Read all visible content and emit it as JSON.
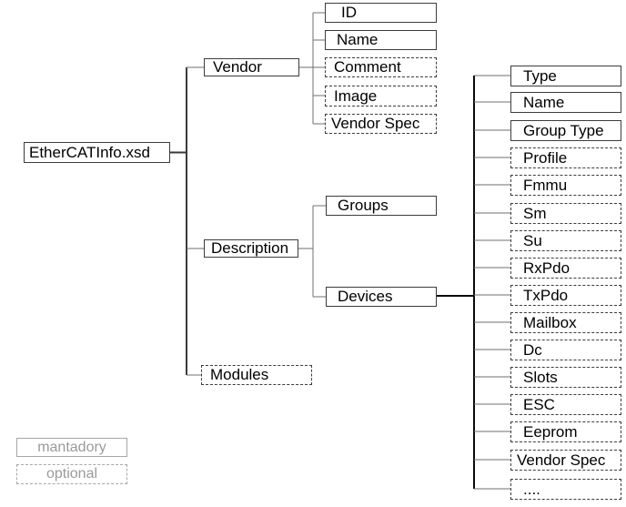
{
  "diagram": {
    "root": {
      "label": "EtherCATInfo.xsd"
    },
    "vendor": {
      "label": "Vendor",
      "children": [
        {
          "label": "ID",
          "optional": false
        },
        {
          "label": "Name",
          "optional": false
        },
        {
          "label": "Comment",
          "optional": true
        },
        {
          "label": "Image",
          "optional": true
        },
        {
          "label": "Vendor Spec",
          "optional": true
        }
      ]
    },
    "description": {
      "label": "Description",
      "children": [
        {
          "label": "Groups",
          "optional": false
        },
        {
          "label": "Devices",
          "optional": false
        }
      ]
    },
    "devices_children": [
      {
        "label": "Type",
        "optional": false
      },
      {
        "label": "Name",
        "optional": false
      },
      {
        "label": "Group Type",
        "optional": false
      },
      {
        "label": "Profile",
        "optional": true
      },
      {
        "label": "Fmmu",
        "optional": true
      },
      {
        "label": "Sm",
        "optional": true
      },
      {
        "label": "Su",
        "optional": true
      },
      {
        "label": "RxPdo",
        "optional": true
      },
      {
        "label": "TxPdo",
        "optional": true
      },
      {
        "label": "Mailbox",
        "optional": true
      },
      {
        "label": "Dc",
        "optional": true
      },
      {
        "label": "Slots",
        "optional": true
      },
      {
        "label": "ESC",
        "optional": true
      },
      {
        "label": "Eeprom",
        "optional": true
      },
      {
        "label": "Vendor Spec",
        "optional": true
      },
      {
        "label": "....",
        "optional": true
      }
    ],
    "modules": {
      "label": "Modules",
      "optional": true
    },
    "legend": {
      "mandatory_label": "mantadory",
      "optional_label": "optional"
    },
    "colors": {
      "box_border": "#3c3c3c",
      "connector_line": "#6f6f6f",
      "devices_trunk": "#0a0a0a",
      "legend_gray": "#9a9a9a"
    }
  }
}
